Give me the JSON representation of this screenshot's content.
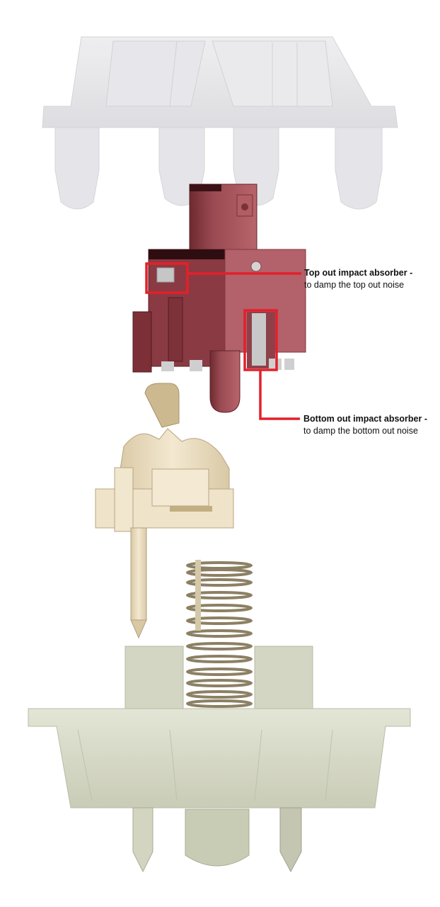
{
  "figure": {
    "description": "Exploded view of a mechanical keyboard switch with annotated impact absorbers",
    "components": [
      {
        "id": "top-housing",
        "label": "Top housing (clear)",
        "color": "#e4e4e6"
      },
      {
        "id": "stem",
        "label": "Stem",
        "color": "#a8545c"
      },
      {
        "id": "leaf-contact",
        "label": "Metal leaf contact",
        "color": "#ece0c4"
      },
      {
        "id": "spring",
        "label": "Spring",
        "color": "#b3a88c"
      },
      {
        "id": "bottom-housing",
        "label": "Bottom housing",
        "color": "#d9dccb"
      }
    ],
    "accent_color": "#e3202a"
  },
  "callouts": [
    {
      "title": "Top out impact absorber -",
      "description": "to damp the top out noise"
    },
    {
      "title": "Bottom out impact absorber -",
      "description": "to damp the bottom out noise"
    }
  ]
}
